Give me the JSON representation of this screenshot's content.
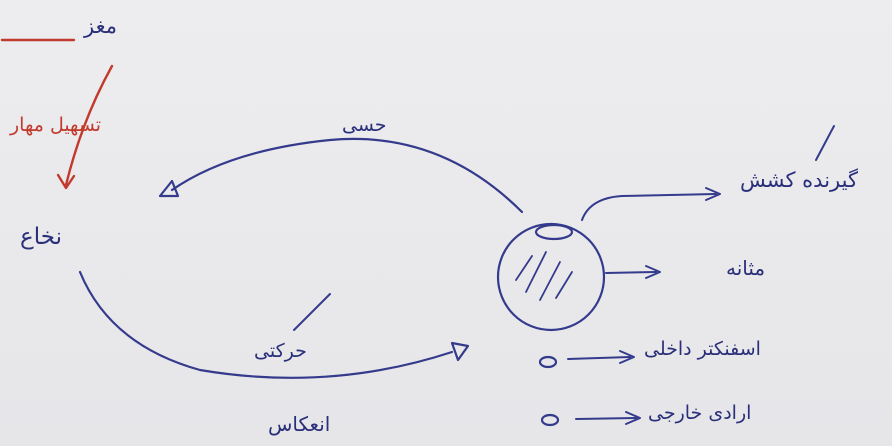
{
  "colors": {
    "ink_blue": "#343a8c",
    "ink_red": "#c23a2e",
    "paper": "#e9e9eb"
  },
  "labels": {
    "brain": "مغز",
    "facilitate_inhibit": "تسهیل مهار",
    "spinal_cord": "نخاع",
    "sensory": "حسی",
    "motor": "حرکتی",
    "reflex": "انعکاس",
    "stretch_receptor": "گیرنده کشش",
    "bladder": "مثانه",
    "internal_sphincter": "اسفنکتر داخلی",
    "external_sphincter_voluntary": "ارادی خارجی"
  }
}
